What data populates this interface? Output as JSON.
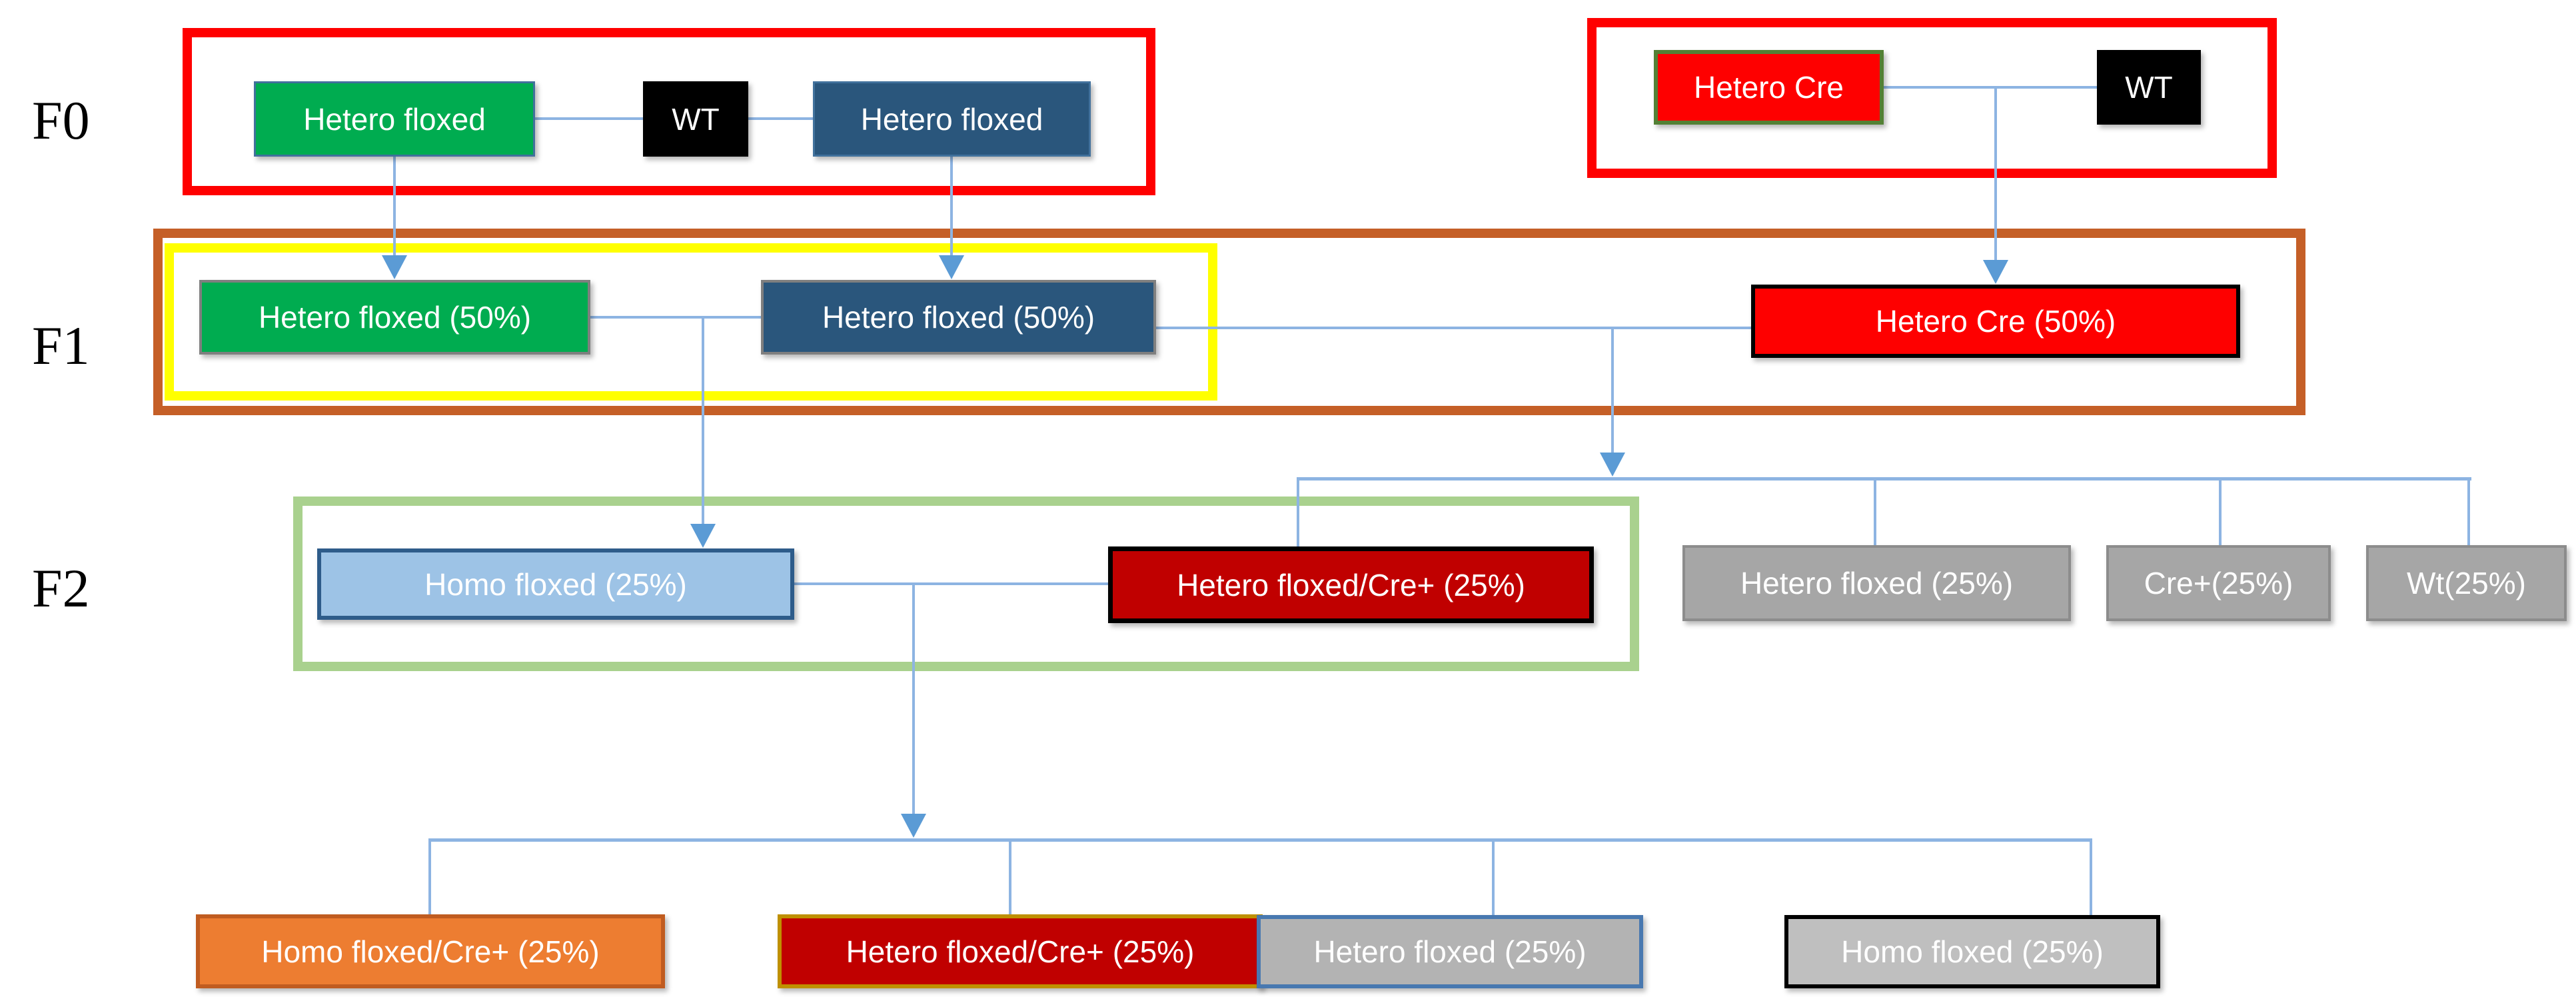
{
  "colors": {
    "connector_line": "#8DB4E2",
    "connector_arrow": "#5B9BD5"
  },
  "generation_labels": {
    "f0": "F0",
    "f1": "F1",
    "f2": "F2"
  },
  "containers": {
    "f0_left": {
      "border": "#FF0000"
    },
    "f0_right": {
      "border": "#FF0000"
    },
    "f1_outer": {
      "border": "#C55F27"
    },
    "f1_inner": {
      "border": "#FFFF00"
    },
    "f2_selected": {
      "border": "#A9D18E"
    }
  },
  "nodes": {
    "f0_hetero_floxed_a": {
      "label": "Hetero floxed",
      "fill": "#00AC50",
      "border": "#41719C"
    },
    "f0_wt_left": {
      "label": "WT",
      "fill": "#000000",
      "border": "#000000"
    },
    "f0_hetero_floxed_b": {
      "label": "Hetero floxed",
      "fill": "#2A567C",
      "border": "#41719C"
    },
    "f0_hetero_cre": {
      "label": "Hetero Cre",
      "fill": "#FE0000",
      "border": "#538135"
    },
    "f0_wt_right": {
      "label": "WT",
      "fill": "#000000",
      "border": "#000000"
    },
    "f1_hetero_floxed_green": {
      "label": "Hetero floxed (50%)",
      "fill": "#00AC50",
      "border": "#7F7F7F"
    },
    "f1_hetero_floxed_blue": {
      "label": "Hetero floxed (50%)",
      "fill": "#2A567C",
      "border": "#7F7F7F"
    },
    "f1_hetero_cre": {
      "label": "Hetero Cre (50%)",
      "fill": "#FE0000",
      "border": "#000000"
    },
    "f2_homo_floxed": {
      "label": "Homo floxed (25%)",
      "fill": "#9DC3E6",
      "border": "#2E5C8A"
    },
    "f2_hetero_floxed_cre": {
      "label": "Hetero floxed/Cre+ (25%)",
      "fill": "#C00000",
      "border": "#000000"
    },
    "f2_hetero_floxed": {
      "label": "Hetero floxed (25%)",
      "fill": "#A6A6A6",
      "border": "#8C8C8C"
    },
    "f2_cre": {
      "label": "Cre+(25%)",
      "fill": "#A6A6A6",
      "border": "#8C8C8C"
    },
    "f2_wt": {
      "label": "Wt(25%)",
      "fill": "#A6A6A6",
      "border": "#8C8C8C"
    },
    "f3_homo_floxed_cre": {
      "label": "Homo floxed/Cre+ (25%)",
      "fill": "#ED7D31",
      "border": "#C05C20"
    },
    "f3_hetero_floxed_cre": {
      "label": "Hetero floxed/Cre+ (25%)",
      "fill": "#C00000",
      "border": "#BF9000"
    },
    "f3_hetero_floxed": {
      "label": "Hetero floxed (25%)",
      "fill": "#B3B3B3",
      "border": "#4878B0"
    },
    "f3_homo_floxed": {
      "label": "Homo floxed (25%)",
      "fill": "#BFBFBF",
      "border": "#000000"
    }
  }
}
